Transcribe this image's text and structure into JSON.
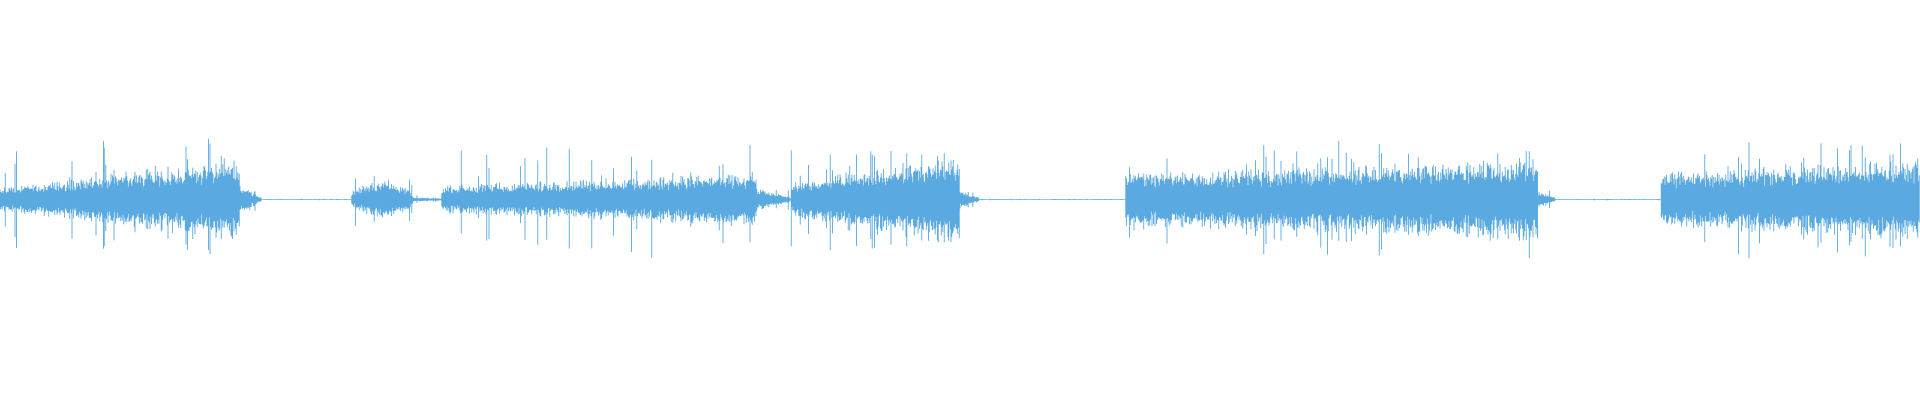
{
  "waveform": {
    "color": "#5aa9e0",
    "background": "#ffffff",
    "duration": 100,
    "segments": [
      {
        "start": 0.0,
        "end": 12.5,
        "amp_start": 0.05,
        "amp_end": 0.18,
        "peak": 0.26
      },
      {
        "start": 12.5,
        "end": 13.6,
        "amp_start": 0.06,
        "amp_end": 0.01,
        "peak": 0.06
      },
      {
        "start": 13.6,
        "end": 18.3,
        "amp_start": 0.002,
        "amp_end": 0.002,
        "peak": 0.004
      },
      {
        "start": 18.3,
        "end": 21.5,
        "amp_start": 0.03,
        "amp_end": 0.09,
        "peak": 0.12,
        "shape": "bump"
      },
      {
        "start": 21.5,
        "end": 23.0,
        "amp_start": 0.01,
        "amp_end": 0.005,
        "peak": 0.02
      },
      {
        "start": 23.0,
        "end": 39.4,
        "amp_start": 0.06,
        "amp_end": 0.12,
        "peak": 0.25
      },
      {
        "start": 39.4,
        "end": 41.2,
        "amp_start": 0.05,
        "amp_end": 0.01,
        "peak": 0.06
      },
      {
        "start": 41.2,
        "end": 50.0,
        "amp_start": 0.08,
        "amp_end": 0.2,
        "peak": 0.28
      },
      {
        "start": 50.0,
        "end": 51.0,
        "amp_start": 0.04,
        "amp_end": 0.01,
        "peak": 0.05
      },
      {
        "start": 51.0,
        "end": 58.6,
        "amp_start": 0.002,
        "amp_end": 0.002,
        "peak": 0.004
      },
      {
        "start": 58.6,
        "end": 80.1,
        "amp_start": 0.12,
        "amp_end": 0.18,
        "peak": 0.26
      },
      {
        "start": 80.1,
        "end": 81.0,
        "amp_start": 0.04,
        "amp_end": 0.01,
        "peak": 0.06
      },
      {
        "start": 81.0,
        "end": 86.5,
        "amp_start": 0.002,
        "amp_end": 0.002,
        "peak": 0.004
      },
      {
        "start": 86.5,
        "end": 100.0,
        "amp_start": 0.12,
        "amp_end": 0.18,
        "peak": 0.27
      }
    ]
  }
}
